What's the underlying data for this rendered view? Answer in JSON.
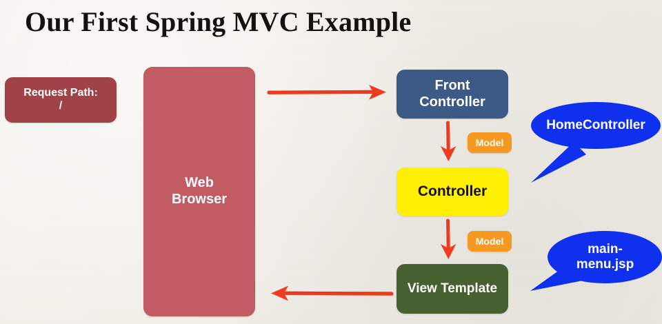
{
  "slide": {
    "title": "Our First Spring MVC Example",
    "background_color": "#f2efe9"
  },
  "nodes": {
    "request_path": {
      "label": "Request Path:",
      "value": "/",
      "color": "#a04347"
    },
    "web_browser": {
      "line1": "Web",
      "line2": "Browser",
      "color": "#c25c62"
    },
    "front_controller": {
      "line1": "Front",
      "line2": "Controller",
      "color": "#3d5a87"
    },
    "controller": {
      "label": "Controller",
      "color": "#ffef00",
      "text_color": "#111111"
    },
    "view_template": {
      "label": "View Template",
      "color": "#466030"
    }
  },
  "badges": {
    "model_1": {
      "label": "Model",
      "color": "#f79820"
    },
    "model_2": {
      "label": "Model",
      "color": "#f79820"
    }
  },
  "callouts": {
    "home_controller": {
      "label": "HomeController",
      "color": "#1030f0"
    },
    "main_menu_jsp": {
      "line1": "main-",
      "line2": "menu.jsp",
      "color": "#1030f0"
    }
  },
  "arrows": {
    "color": "#ef3b20",
    "request_to_front": {
      "direction": "right"
    },
    "front_to_controller": {
      "direction": "down"
    },
    "controller_to_view": {
      "direction": "down"
    },
    "view_to_browser": {
      "direction": "left"
    }
  }
}
